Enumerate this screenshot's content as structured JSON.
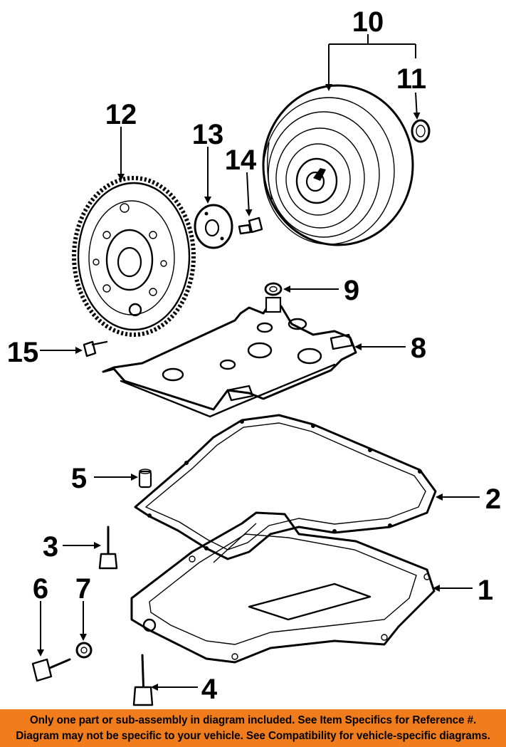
{
  "callouts": {
    "c1": "1",
    "c2": "2",
    "c3": "3",
    "c4": "4",
    "c5": "5",
    "c6": "6",
    "c7": "7",
    "c8": "8",
    "c9": "9",
    "c10": "10",
    "c11": "11",
    "c12": "12",
    "c13": "13",
    "c14": "14",
    "c15": "15"
  },
  "banner": {
    "line1": "Only one part or sub-assembly in diagram included. See Item Specifics for Reference #.",
    "line2": "Diagram may not be specific to your vehicle. See Compatibility for vehicle-specific diagrams."
  },
  "colors": {
    "banner_background": "#f07c1c",
    "ink": "#000000",
    "background": "#ffffff"
  }
}
